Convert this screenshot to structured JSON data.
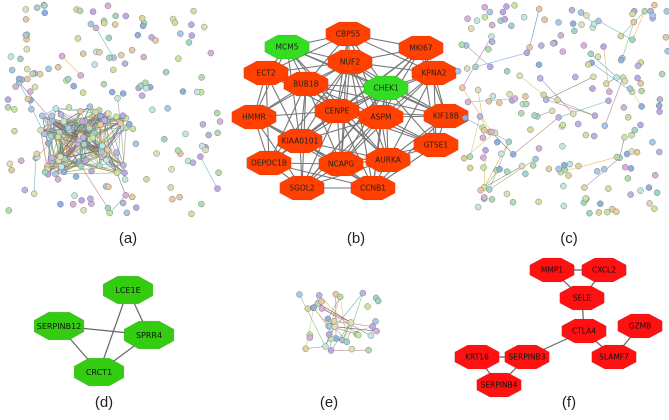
{
  "panels": {
    "a": {
      "label": "(a)"
    },
    "b": {
      "label": "(b)",
      "nodes": [
        {
          "name": "CBP55",
          "color": "#ff4000"
        },
        {
          "name": "MCM5",
          "color": "#33dd22"
        },
        {
          "name": "MKI67",
          "color": "#ff4000"
        },
        {
          "name": "NUF2",
          "color": "#ff4000"
        },
        {
          "name": "ECT2",
          "color": "#ff4000"
        },
        {
          "name": "KPNA2",
          "color": "#ff4000"
        },
        {
          "name": "BUB1B",
          "color": "#ff4000"
        },
        {
          "name": "CHEK1",
          "color": "#33dd22"
        },
        {
          "name": "HMMR",
          "color": "#ff4000"
        },
        {
          "name": "CENPE",
          "color": "#ff4000"
        },
        {
          "name": "ASPM",
          "color": "#ff4000"
        },
        {
          "name": "KIF18B",
          "color": "#ff4000"
        },
        {
          "name": "KIAA0101",
          "color": "#ff4000"
        },
        {
          "name": "DEPDC1B",
          "color": "#ff4000"
        },
        {
          "name": "GTSE1",
          "color": "#ff4000"
        },
        {
          "name": "NCAPG",
          "color": "#ff4000"
        },
        {
          "name": "AURKA",
          "color": "#ff4000"
        },
        {
          "name": "SGOL2",
          "color": "#ff4000"
        },
        {
          "name": "CCNB1",
          "color": "#ff4000"
        }
      ]
    },
    "c": {
      "label": "(c)"
    },
    "d": {
      "label": "(d)",
      "nodes": [
        {
          "name": "LCE1E",
          "color": "#33cc11"
        },
        {
          "name": "SERPINB12",
          "color": "#33cc11"
        },
        {
          "name": "SPRR4",
          "color": "#33cc11"
        },
        {
          "name": "CRCT1",
          "color": "#33cc11"
        }
      ]
    },
    "e": {
      "label": "(e)"
    },
    "f": {
      "label": "(f)",
      "nodes": [
        {
          "name": "MMP1",
          "color": "#ff1111"
        },
        {
          "name": "CXCL2",
          "color": "#ff1111"
        },
        {
          "name": "SELE",
          "color": "#ff1111"
        },
        {
          "name": "CTLA4",
          "color": "#ff1111"
        },
        {
          "name": "GZMB",
          "color": "#ff1111"
        },
        {
          "name": "KRT16",
          "color": "#ff1111"
        },
        {
          "name": "SERPINB3",
          "color": "#ff1111"
        },
        {
          "name": "SLAMF7",
          "color": "#ff1111"
        },
        {
          "name": "SERPINB4",
          "color": "#ff1111"
        }
      ]
    }
  }
}
